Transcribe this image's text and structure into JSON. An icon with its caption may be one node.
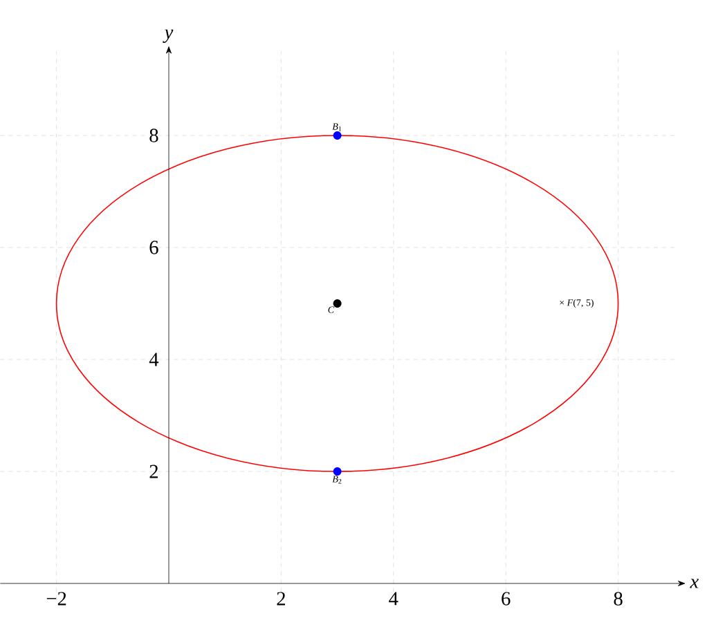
{
  "diagram": {
    "nodes": [
      {
        "text": [],
        "shape": "circle",
        "beside": [
          "*B*$_{1}$"
        ]
      },
      {
        "text": [],
        "shape": "circle",
        "beside": [
          "*C*"
        ]
      },
      {
        "text": [],
        "shape": "circle",
        "beside": [
          "*B*$_{2}$"
        ]
      }
    ],
    "labels": [
      "*y*",
      "8",
      "6",
      "× *F*(7, 5)",
      "4",
      "2",
      "*x*",
      "−2",
      "2",
      "4",
      "6",
      "8"
    ]
  }
}
